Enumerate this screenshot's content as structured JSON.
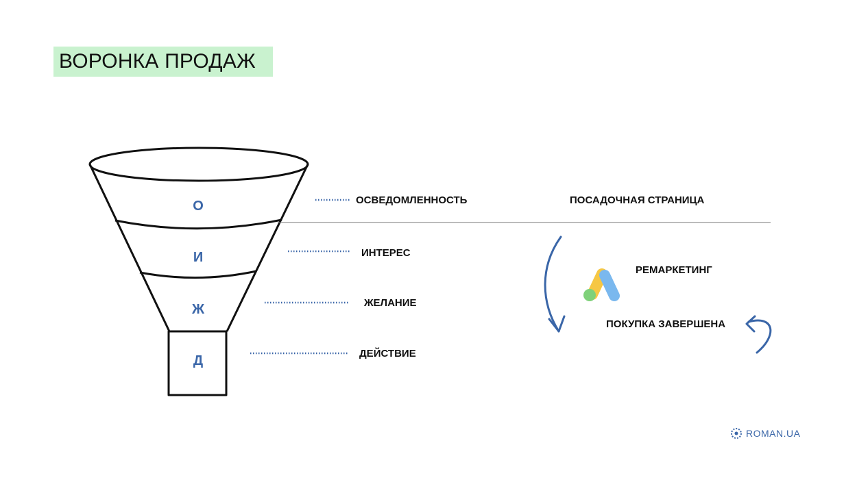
{
  "title": "ВОРОНКА ПРОДАЖ",
  "funnel": {
    "stages": [
      {
        "letter": "О",
        "label": "ОСВЕДОМЛЕННОСТЬ"
      },
      {
        "letter": "И",
        "label": "ИНТЕРЕС"
      },
      {
        "letter": "Ж",
        "label": "ЖЕЛАНИЕ"
      },
      {
        "letter": "Д",
        "label": "ДЕЙСТВИЕ"
      }
    ]
  },
  "right_labels": {
    "landing_page": "ПОСАДОЧНАЯ СТРАНИЦА",
    "remarketing": "РЕМАРКЕТИНГ",
    "purchase_complete": "ПОКУПКА ЗАВЕРШЕНА"
  },
  "brand": {
    "name": "ROMAN.UA",
    "color": "#3a66a8"
  },
  "colors": {
    "title_highlight": "#c9f2cf",
    "accent": "#3a66a8",
    "ads_logo": [
      "#f6c744",
      "#7ab8ee",
      "#7fd17a"
    ]
  },
  "icons": [
    "google-ads-logo-icon",
    "curved-arrow-down-icon",
    "curved-return-arrow-icon",
    "roman-ua-logo-icon"
  ]
}
